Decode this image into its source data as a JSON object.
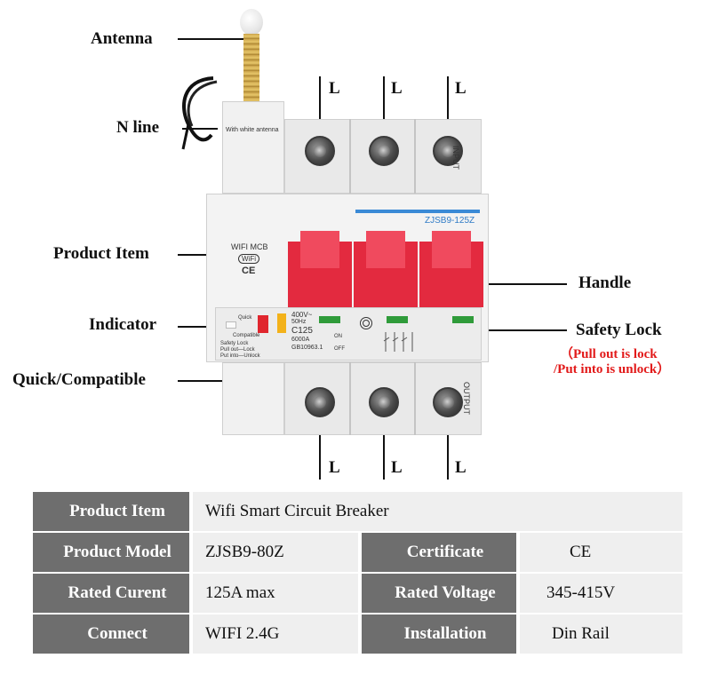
{
  "callouts": {
    "antenna": "Antenna",
    "n_line": "N line",
    "product_item": "Product Item",
    "indicator": "Indicator",
    "quick_compatible": "Quick/Compatible",
    "handle": "Handle",
    "safety_lock": "Safety Lock",
    "safety_note_1": "（Pull out is lock",
    "safety_note_2": "/Put into is unlock）",
    "line_label": "L"
  },
  "device": {
    "antenna_note": "With white antenna",
    "input": "INPUT",
    "output": "OUTPUT",
    "model_banner": "ZJSB9-125Z",
    "wifi_mcb": "WIFI MCB",
    "wifi_badge": "WiFi",
    "ce_mark": "CE",
    "quick": "Quick",
    "compatible": "Compatible",
    "lock_text_1": "Safety Lock",
    "lock_text_2": "Pull out—Lock",
    "lock_text_3": "Put into—Unlock",
    "rating_1": "400V~",
    "rating_2": "50Hz",
    "rating_3": "C125",
    "rating_4": "6000A",
    "rating_5": "GB10963.1",
    "on": "ON",
    "off": "OFF"
  },
  "specs": {
    "product_item_label": "Product Item",
    "product_item_value": "Wifi Smart Circuit Breaker",
    "product_model_label": "Product Model",
    "product_model_value": "ZJSB9-80Z",
    "certificate_label": "Certificate",
    "certificate_value": "CE",
    "rated_current_label": "Rated Curent",
    "rated_current_value": "125A max",
    "rated_voltage_label": "Rated Voltage",
    "rated_voltage_value": "345-415V",
    "connect_label": "Connect",
    "connect_value": "WIFI 2.4G",
    "installation_label": "Installation",
    "installation_value": "Din Rail"
  },
  "colors": {
    "handle_red": "#e32a3f",
    "table_header": "#6e6e6e",
    "table_value": "#efefef",
    "note_red": "#e21a1a",
    "indicator_green": "#2f9b3a"
  }
}
